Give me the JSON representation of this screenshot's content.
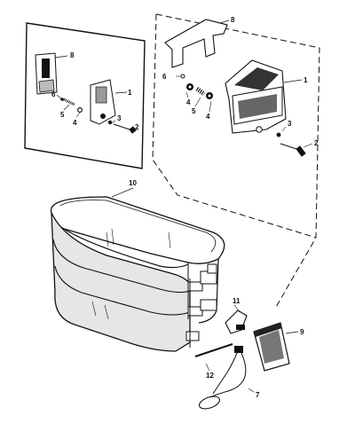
{
  "diagram": {
    "callouts": {
      "inset_part_8": "8",
      "inset_part_1": "1",
      "inset_part_6": "6",
      "inset_part_5": "5",
      "inset_part_4": "4",
      "inset_part_3": "3",
      "inset_part_2": "2",
      "main_part_8": "8",
      "main_part_6": "6",
      "main_part_1": "1",
      "main_part_4a": "4",
      "main_part_5": "5",
      "main_part_4b": "4",
      "main_part_3": "3",
      "main_part_2": "2",
      "part_10": "10",
      "part_11": "11",
      "part_9": "9",
      "part_12": "12",
      "part_7": "7"
    }
  }
}
